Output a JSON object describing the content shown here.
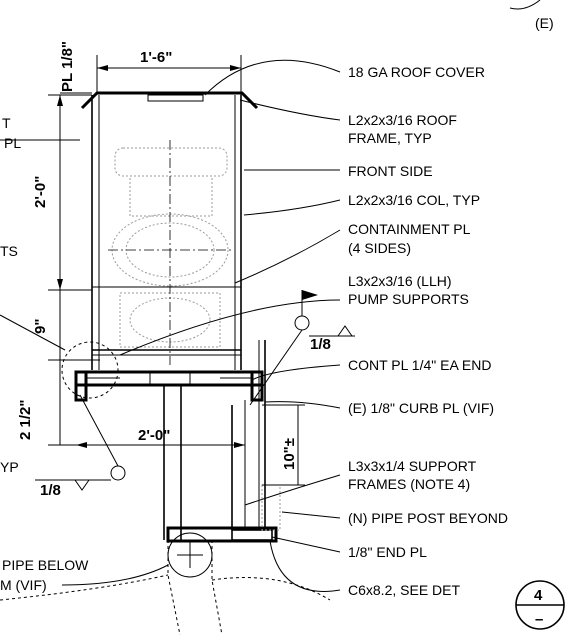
{
  "labels": {
    "roof_cover": "18 GA ROOF COVER",
    "roof_frame_1": "L2x2x3/16 ROOF",
    "roof_frame_2": "FRAME, TYP",
    "front_side": "FRONT SIDE",
    "col": "L2x2x3/16 COL, TYP",
    "containment_1": "CONTAINMENT PL",
    "containment_2": "(4 SIDES)",
    "pump_supports_1": "L3x2x3/16 (LLH)",
    "pump_supports_2": "PUMP SUPPORTS",
    "cont_pl": "CONT PL 1/4\" EA END",
    "curb_pl": "(E) 1/8\" CURB PL (VIF)",
    "support_frames_1": "L3x3x1/4 SUPPORT",
    "support_frames_2": "FRAMES (NOTE 4)",
    "pipe_post": "(N) PIPE POST BEYOND",
    "end_pl": "1/8\" END PL",
    "channel": "C6x8.2, SEE DET",
    "existing": "(E)",
    "pipe_below_1": "PIPE BELOW",
    "pipe_below_2": "M (VIF)",
    "left_frag_1": "T",
    "left_frag_2": "PL",
    "left_frag_3": "TS",
    "left_frag_4": "YP"
  },
  "dimensions": {
    "width_top": "1'-6\"",
    "pl_height": "PL 1/8\"",
    "height_main": "2'-0\"",
    "nine": "9\"",
    "two_half": "2 1/2\"",
    "width_bottom": "2'-0\"",
    "ten_pm": "10\"±"
  },
  "welds": {
    "weld_1": "1/8",
    "weld_2": "1/8"
  },
  "detail": {
    "number": "4",
    "sheet": "–"
  }
}
